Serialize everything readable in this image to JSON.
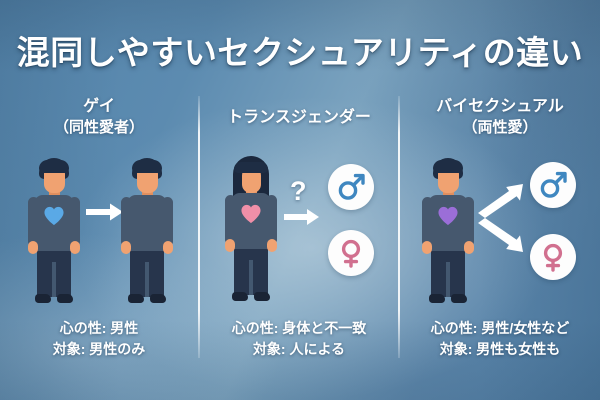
{
  "title": "混同しやすいセクシュアリティの違い",
  "colors": {
    "background_top": "#5484ab",
    "background_mid": "#7ba3bf",
    "background_bottom": "#4f7da5",
    "title_text": "#ffffff",
    "divider": "#ffffff",
    "skin": "#f0a271",
    "hair": "#1e2d44",
    "shirt": "#46586e",
    "pants": "#27354c",
    "male_symbol": "#3f87c0",
    "female_symbol": "#d1708f",
    "heart_gay": "#5aa9e6",
    "heart_trans": "#f08fa8",
    "heart_bi": "#9b6ed8",
    "arrow": "#ffffff",
    "symbol_circle": "#fdfdfd"
  },
  "columns": [
    {
      "id": "gay",
      "heading": "ゲイ",
      "subheading": "（同性愛者）",
      "heart_color": "#5aa9e6",
      "figure_left": {
        "type": "male",
        "heart": true
      },
      "figure_right": {
        "type": "male",
        "heart": false
      },
      "connector": "single-arrow-right",
      "question_mark": "",
      "symbols": [],
      "facts": [
        "心の性: 男性",
        "対象: 男性のみ"
      ]
    },
    {
      "id": "transgender",
      "heading": "トランスジェンダー",
      "subheading": "",
      "heart_color": "#f08fa8",
      "figure_left": {
        "type": "long-hair",
        "heart": true
      },
      "figure_right": null,
      "connector": "single-arrow-right",
      "question_mark": "?",
      "symbols": [
        {
          "glyph": "♂",
          "name": "male-symbol",
          "color": "#3f87c0"
        },
        {
          "glyph": "♀",
          "name": "female-symbol",
          "color": "#d1708f"
        }
      ],
      "facts": [
        "心の性: 身体と不一致",
        "対象: 人による"
      ]
    },
    {
      "id": "bisexual",
      "heading": "バイセクシュアル",
      "subheading": "（両性愛）",
      "heart_color": "#9b6ed8",
      "figure_left": {
        "type": "male",
        "heart": true
      },
      "figure_right": null,
      "connector": "branching-arrows",
      "question_mark": "",
      "symbols": [
        {
          "glyph": "♂",
          "name": "male-symbol",
          "color": "#3f87c0"
        },
        {
          "glyph": "♀",
          "name": "female-symbol",
          "color": "#d1708f"
        }
      ],
      "facts": [
        "心の性: 男性/女性など",
        "対象: 男性も女性も"
      ]
    }
  ]
}
